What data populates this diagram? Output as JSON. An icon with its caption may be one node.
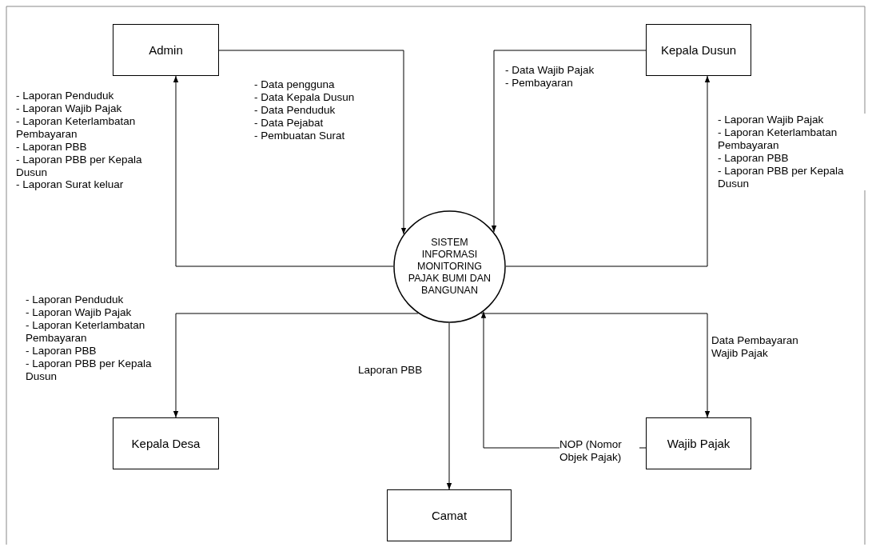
{
  "diagram": {
    "nodes": [
      {
        "text": [
          "Admin"
        ]
      },
      {
        "text": [
          "Kepala Dusun"
        ]
      },
      {
        "text": [
          "SISTEM INFORMASI MONITORING PAJAK BUMI DAN BANGUNAN"
        ]
      },
      {
        "text": [
          "Kepala Desa"
        ]
      },
      {
        "text": [
          "Wajib Pajak"
        ]
      },
      {
        "text": [
          "Camat"
        ]
      }
    ],
    "edges": [
      {
        "from": 0,
        "to": 2,
        "arrow": "to",
        "label": "- Data pengguna\n- Data Kepala Dusun\n- Data Penduduk\n- Data Pejabat\n- Pembuatan Surat"
      },
      {
        "from": 2,
        "to": 0,
        "arrow": "to",
        "label": "- Laporan Penduduk\n- Laporan Wajib Pajak\n- Laporan Keterlambatan Pembayaran\n- Laporan PBB\n- Laporan PBB per Kepala Dusun\n- Laporan Surat keluar"
      },
      {
        "from": 1,
        "to": 2,
        "arrow": "to",
        "label": "- Data Wajib Pajak\n- Pembayaran"
      },
      {
        "from": 2,
        "to": 1,
        "arrow": "to",
        "label": "- Laporan Wajib Pajak\n- Laporan Keterlambatan Pembayaran\n- Laporan PBB\n- Laporan PBB per Kepala Dusun"
      },
      {
        "from": 2,
        "to": 3,
        "arrow": "to",
        "label": "- Laporan Penduduk\n- Laporan Wajib Pajak\n- Laporan Keterlambatan Pembayaran\n- Laporan PBB\n- Laporan PBB per Kepala Dusun"
      },
      {
        "from": 2,
        "to": 5,
        "arrow": "to",
        "label": "Laporan PBB"
      },
      {
        "from": 2,
        "to": 4,
        "arrow": "to",
        "label": "Data Pembayaran Wajib Pajak"
      },
      {
        "from": 4,
        "to": 2,
        "arrow": "to",
        "label": "NOP (Nomor Objek Pajak)"
      }
    ]
  }
}
